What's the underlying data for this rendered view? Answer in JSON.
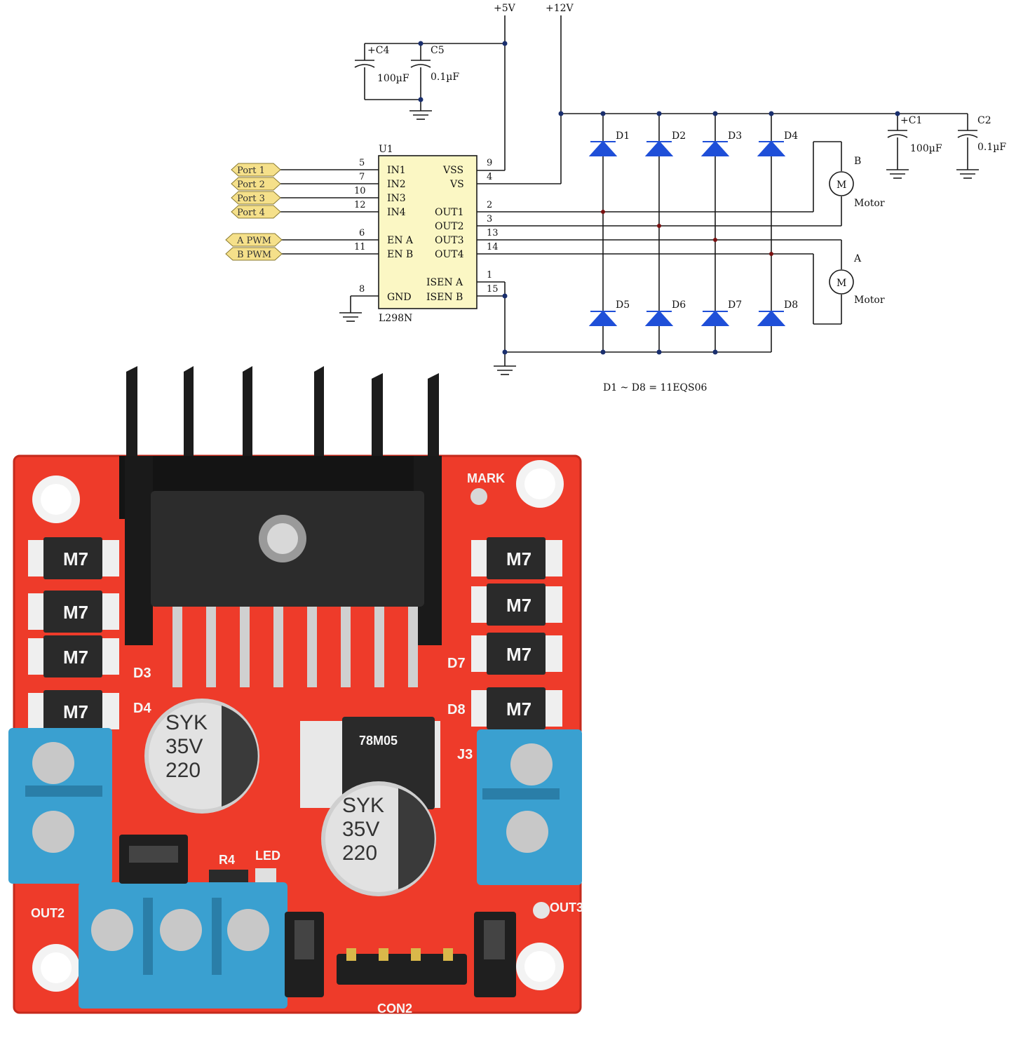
{
  "schematic": {
    "rails": {
      "v5": "+5V",
      "v12": "+12V"
    },
    "capacitors": [
      {
        "ref": "+C4",
        "value": "100µF"
      },
      {
        "ref": "C5",
        "value": "0.1µF"
      },
      {
        "ref": "+C1",
        "value": "100µF"
      },
      {
        "ref": "C2",
        "value": "0.1µF"
      }
    ],
    "ic": {
      "ref": "U1",
      "part": "L298N",
      "left_pins": [
        {
          "num": "5",
          "name": "IN1"
        },
        {
          "num": "7",
          "name": "IN2"
        },
        {
          "num": "10",
          "name": "IN3"
        },
        {
          "num": "12",
          "name": "IN4"
        },
        {
          "num": "6",
          "name": "EN A"
        },
        {
          "num": "11",
          "name": "EN B"
        },
        {
          "num": "8",
          "name": "GND"
        }
      ],
      "right_pins": [
        {
          "num": "9",
          "name": "VSS"
        },
        {
          "num": "4",
          "name": "VS"
        },
        {
          "num": "2",
          "name": "OUT1"
        },
        {
          "num": "3",
          "name": "OUT2"
        },
        {
          "num": "13",
          "name": "OUT3"
        },
        {
          "num": "14",
          "name": "OUT4"
        },
        {
          "num": "1",
          "name": "ISEN A"
        },
        {
          "num": "15",
          "name": "ISEN B"
        }
      ]
    },
    "ports": [
      "Port 1",
      "Port 2",
      "Port 3",
      "Port 4",
      "A PWM",
      "B PWM"
    ],
    "diodes": [
      "D1",
      "D2",
      "D3",
      "D4",
      "D5",
      "D6",
      "D7",
      "D8"
    ],
    "motors": [
      {
        "label": "B",
        "symbol": "M",
        "name": "Motor"
      },
      {
        "label": "A",
        "symbol": "M",
        "name": "Motor"
      }
    ],
    "note": "D1 ~ D8 = 11EQS06"
  },
  "board": {
    "labels": {
      "mark": "MARK",
      "d3": "D3",
      "d4": "D4",
      "d7": "D7",
      "d8": "D8",
      "j3": "J3",
      "r4": "R4",
      "led": "LED",
      "out2": "OUT2",
      "out3": "OUT3",
      "con2": "CON2",
      "diode_marking": "M7",
      "regulator": "78M05",
      "cap_value": "220",
      "cap_voltage": "35V",
      "cap_brand": "SYK"
    },
    "colors": {
      "pcb": "#ee3b2a",
      "terminal": "#3aa0d0",
      "heatsink": "#1c1c1c",
      "silkscreen": "#f4f4f4"
    }
  }
}
